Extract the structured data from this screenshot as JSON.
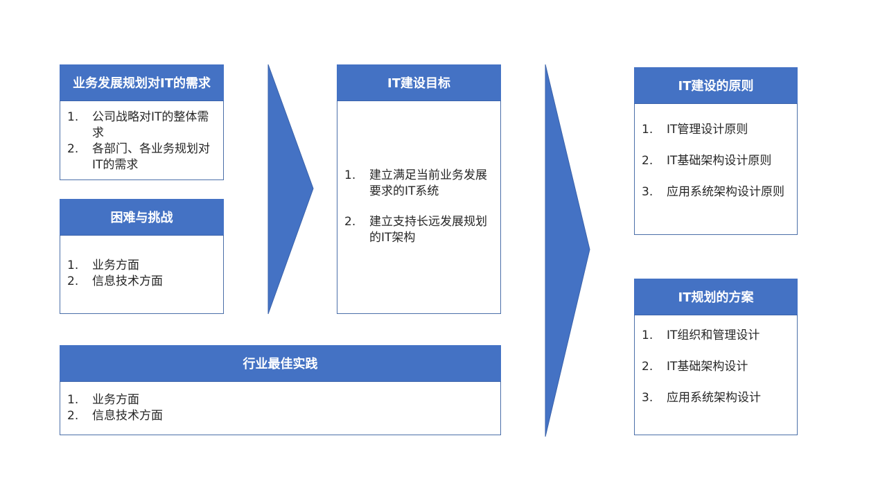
{
  "boxes": {
    "needs": {
      "title": "业务发展规划对IT的需求",
      "items": [
        {
          "num": "1.",
          "text": "公司战略对IT的整体需求"
        },
        {
          "num": "2.",
          "text": "各部门、各业务规划对IT的需求"
        }
      ]
    },
    "challenges": {
      "title": "困难与挑战",
      "items": [
        {
          "num": "1.",
          "text": "业务方面"
        },
        {
          "num": "2.",
          "text": "信息技术方面"
        }
      ]
    },
    "best_practice": {
      "title": "行业最佳实践",
      "items": [
        {
          "num": "1.",
          "text": "业务方面"
        },
        {
          "num": "2.",
          "text": "信息技术方面"
        }
      ]
    },
    "goals": {
      "title": "IT建设目标",
      "items": [
        {
          "num": "1.",
          "text": "建立满足当前业务发展要求的IT系统"
        },
        {
          "num": "2.",
          "text": "建立支持长远发展规划的IT架构"
        }
      ]
    },
    "principles": {
      "title": "IT建设的原则",
      "items": [
        {
          "num": "1.",
          "text": "IT管理设计原则"
        },
        {
          "num": "2.",
          "text": "IT基础架构设计原则"
        },
        {
          "num": "3.",
          "text": "应用系统架构设计原则"
        }
      ]
    },
    "plan": {
      "title": "IT规划的方案",
      "items": [
        {
          "num": "1.",
          "text": "IT组织和管理设计"
        },
        {
          "num": "2.",
          "text": "IT基础架构设计"
        },
        {
          "num": "3.",
          "text": "应用系统架构设计"
        }
      ]
    }
  },
  "colors": {
    "header_fill": "#4472c4",
    "arrow_fill": "#4472c4",
    "border": "#4a6ea8"
  }
}
